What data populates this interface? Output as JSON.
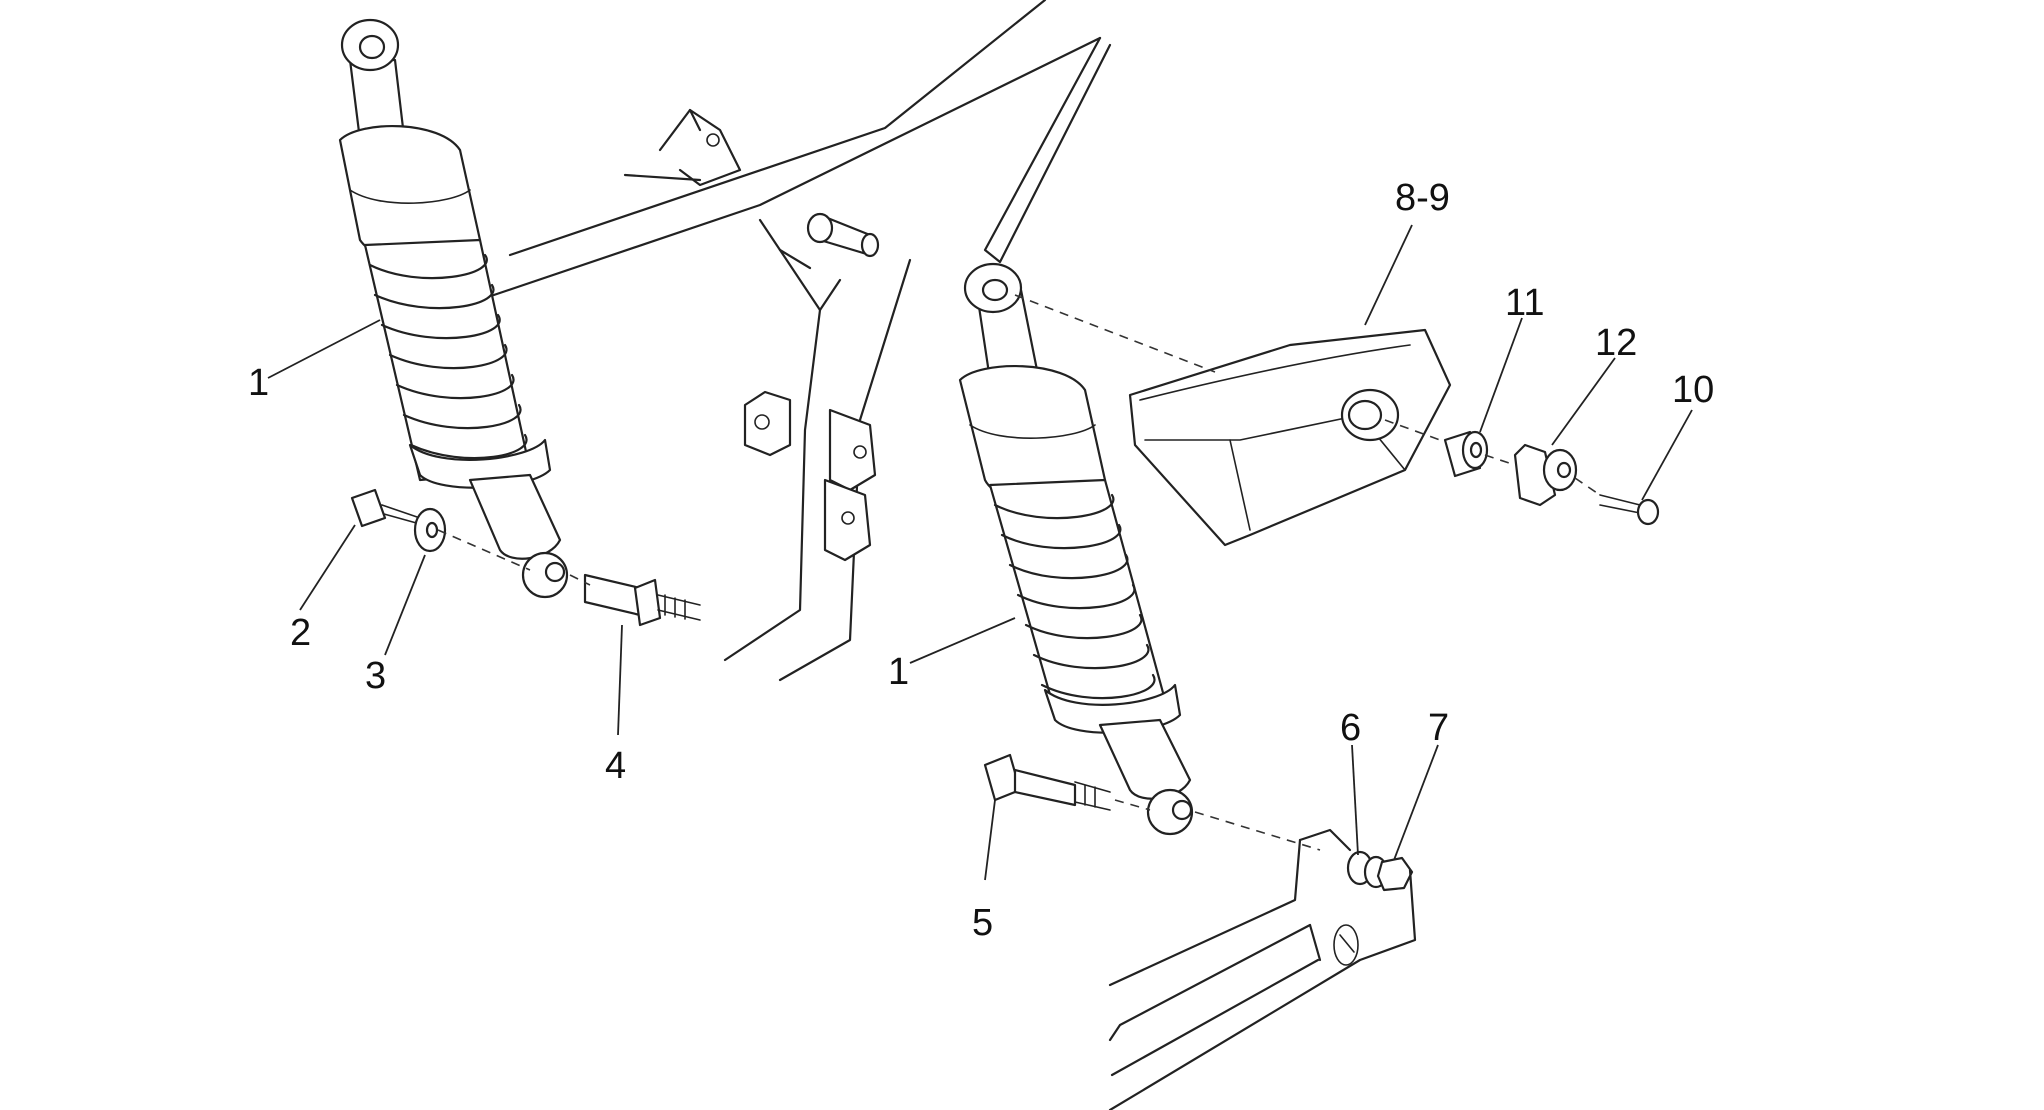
{
  "diagram": {
    "labels": [
      {
        "id": "1a",
        "text": "1"
      },
      {
        "id": "1b",
        "text": "1"
      },
      {
        "id": "2",
        "text": "2"
      },
      {
        "id": "3",
        "text": "3"
      },
      {
        "id": "4",
        "text": "4"
      },
      {
        "id": "5",
        "text": "5"
      },
      {
        "id": "6",
        "text": "6"
      },
      {
        "id": "7",
        "text": "7"
      },
      {
        "id": "89",
        "text": "8-9"
      },
      {
        "id": "10",
        "text": "10"
      },
      {
        "id": "11",
        "text": "11"
      },
      {
        "id": "12",
        "text": "12"
      }
    ]
  }
}
